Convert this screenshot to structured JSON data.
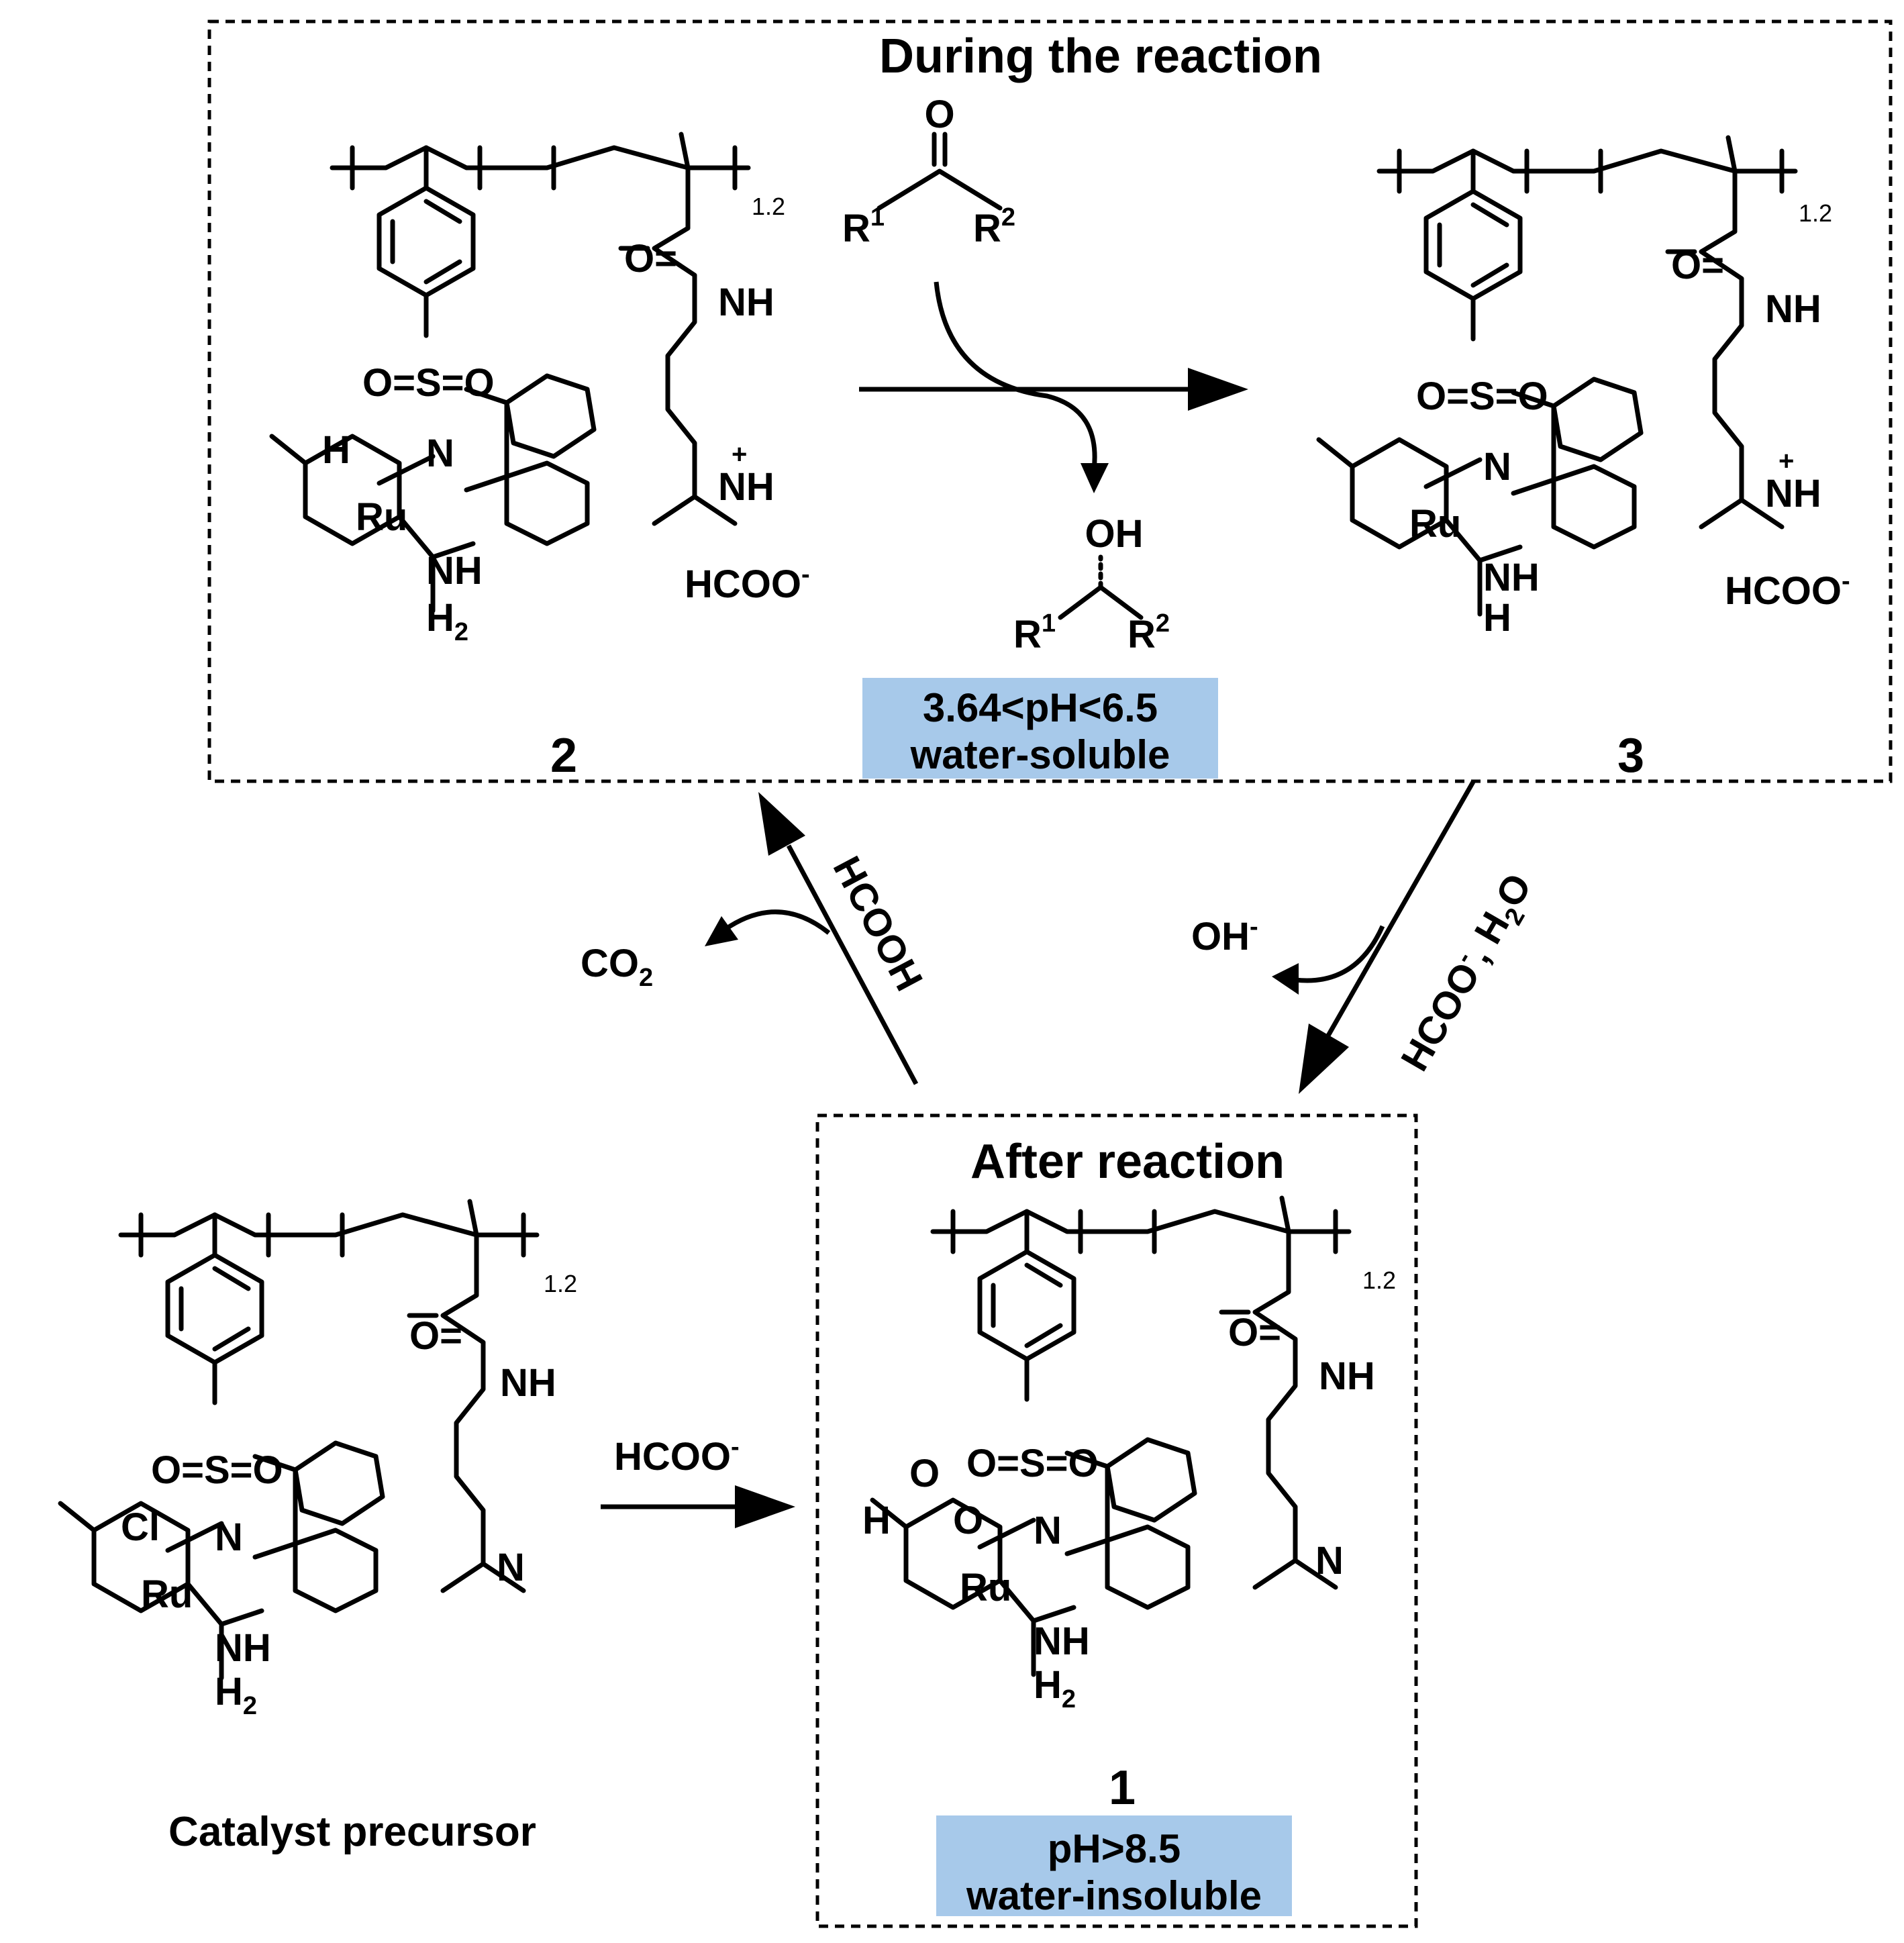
{
  "boxes": {
    "during": {
      "title": "During the reaction",
      "label_left": "2",
      "label_right": "3"
    },
    "after": {
      "title": "After  reaction",
      "label": "1"
    }
  },
  "conditions": {
    "soluble": {
      "line1": "3.64<pH<6.5",
      "line2": "water-soluble",
      "color": "#a7c9ea"
    },
    "insoluble": {
      "line1": "pH>8.5",
      "line2": "water-insoluble",
      "color": "#a7c9ea"
    }
  },
  "reagents": {
    "hcooh": "HCOOH",
    "co2": "CO",
    "co2_sub": "2",
    "oh": "OH",
    "oh_sup": "-",
    "formate_water": "HCOO",
    "formate_water_rest": ", H",
    "formate_water_sub": "2",
    "formate_water_o": "O",
    "formate_activation": "HCOO",
    "formate_activation_sup": "-"
  },
  "substrate": {
    "o": "O",
    "r1": "R",
    "r1_sup": "1",
    "r2": "R",
    "r2_sup": "2",
    "oh": "OH"
  },
  "atoms": {
    "ru": "Ru",
    "n": "N",
    "nh": "NH",
    "h2": "H",
    "h2_sub": "2",
    "h": "H",
    "cl": "Cl",
    "s": "S",
    "o": "O",
    "nplus_h": "NH",
    "plus": "+",
    "hcoo": "HCOO",
    "hcoo_sup": "-",
    "o_eq": "O=",
    "repeat": "1.2"
  },
  "captions": {
    "precursor": "Catalyst precursor"
  }
}
